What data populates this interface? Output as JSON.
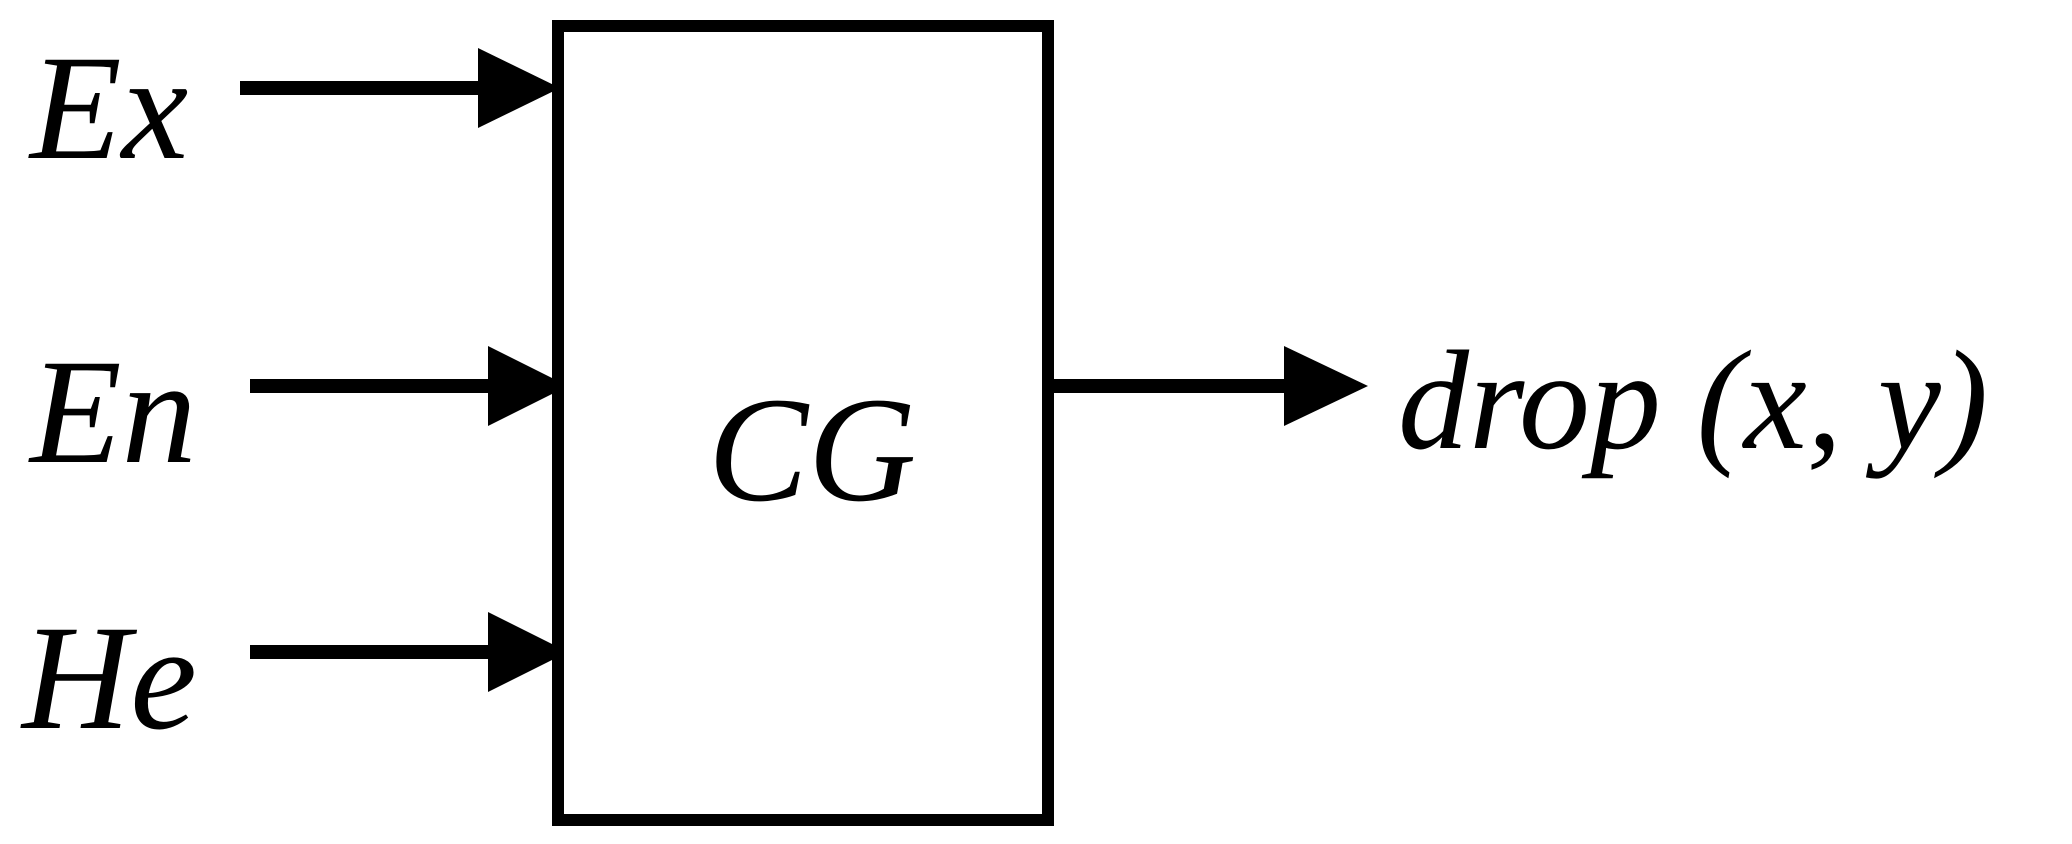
{
  "inputs": [
    {
      "id": "ex",
      "label": "Ex"
    },
    {
      "id": "en",
      "label": "En"
    },
    {
      "id": "he",
      "label": "He"
    }
  ],
  "block": {
    "label": "CG"
  },
  "output": {
    "label": "drop (x, y)"
  },
  "colors": {
    "stroke": "#000000",
    "background": "#ffffff"
  }
}
